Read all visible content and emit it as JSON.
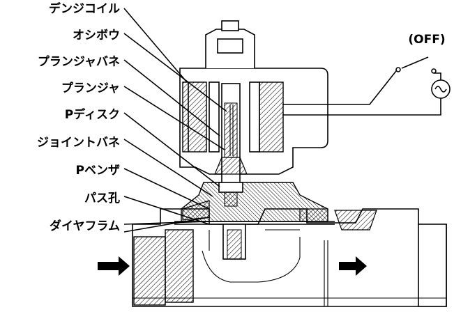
{
  "labels": {
    "coil": "デンジコイル",
    "rod": "オシボウ",
    "plunger_spring": "プランジャバネ",
    "plunger": "プランジャ",
    "p_disc": "Pディスク",
    "joint_spring": "ジョイントバネ",
    "p_valve": "Pベンザ",
    "pass_hole": "パス孔",
    "diaphragm": "ダイヤフラム"
  },
  "switch_state": "(OFF)",
  "flow": {
    "inlet_arrow": "arrow-right-icon",
    "outlet_arrow": "arrow-right-icon"
  }
}
